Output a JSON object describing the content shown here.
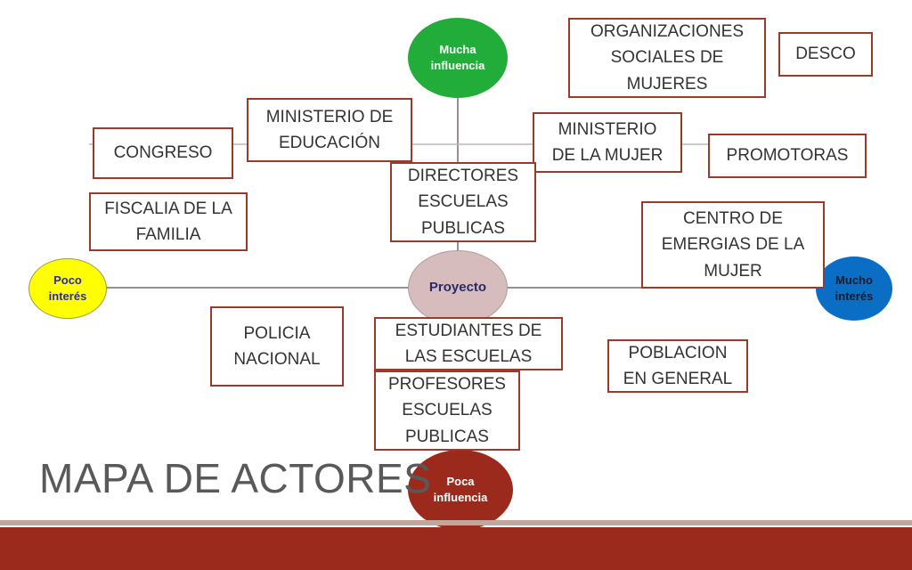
{
  "title": "MAPA DE ACTORES",
  "colors": {
    "box_border": "#9b3a2a",
    "top_circle": "#22ad3a",
    "bottom_circle": "#9c2a1c",
    "left_circle": "#ffff00",
    "right_circle": "#0a6fc4",
    "center_circle": "#d6bcbc",
    "footer_bar": "#9c2a1c"
  },
  "axes": {
    "top": "Mucha\ninfluencia",
    "bottom": "Poca\ninfluencia",
    "left": "Poco\ninterés",
    "right": "Mucho\ninterés",
    "center": "Proyecto"
  },
  "actors": {
    "organizaciones": "ORGANIZACIONES\nSOCIALES DE\nMUJERES",
    "desco": "DESCO",
    "ministerio_educacion": "MINISTERIO DE\nEDUCACIÓN",
    "ministerio_mujer": "MINISTERIO\nDE LA MUJER",
    "promotoras": "PROMOTORAS",
    "congreso": "CONGRESO",
    "directores": "DIRECTORES\nESCUELAS\nPUBLICAS",
    "fiscalia": "FISCALIA DE LA\nFAMILIA",
    "centro": "CENTRO DE\nEMERGIAS DE LA\nMUJER",
    "policia": "POLICIA\nNACIONAL",
    "estudiantes": "ESTUDIANTES DE\nLAS ESCUELAS",
    "poblacion": "POBLACION\nEN GENERAL",
    "profesores": "PROFESORES\nESCUELAS\nPUBLICAS"
  }
}
